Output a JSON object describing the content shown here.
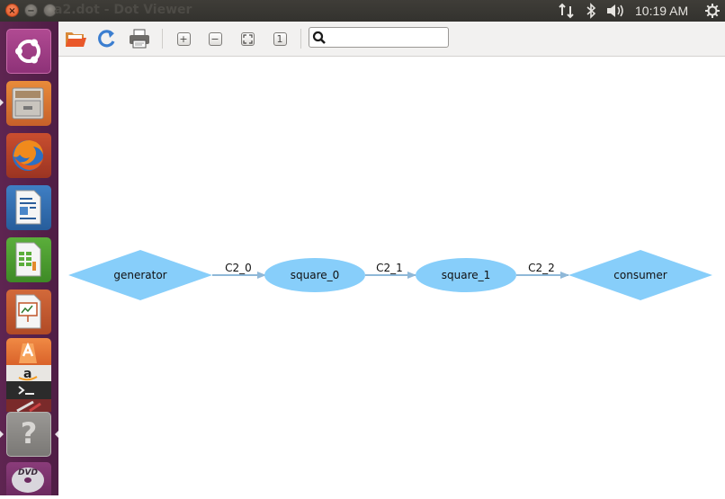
{
  "window": {
    "title": "a2.dot - Dot Viewer"
  },
  "top_panel": {
    "clock": "10:19 AM"
  },
  "launcher": {
    "items": [
      {
        "name": "dash",
        "icon": "ubuntu-icon"
      },
      {
        "name": "files",
        "icon": "file-cabinet-icon"
      },
      {
        "name": "firefox",
        "icon": "firefox-icon"
      },
      {
        "name": "writer",
        "icon": "document-icon"
      },
      {
        "name": "calc",
        "icon": "spreadsheet-icon"
      },
      {
        "name": "impress",
        "icon": "presentation-icon"
      },
      {
        "name": "software-center",
        "icon": "shopping-bag-icon"
      },
      {
        "name": "amazon",
        "icon": "amazon-icon"
      },
      {
        "name": "terminal",
        "icon": "terminal-icon"
      },
      {
        "name": "settings",
        "icon": "wrench-icon"
      },
      {
        "name": "help",
        "icon": "question-icon",
        "glyph": "?"
      },
      {
        "name": "dvd",
        "icon": "dvd-icon",
        "label": "DVD"
      }
    ]
  },
  "toolbar": {
    "zoom_in_glyph": "+",
    "zoom_out_glyph": "−",
    "zoom_100_glyph": "1",
    "search": {
      "value": "",
      "placeholder": ""
    }
  },
  "graph": {
    "node_fill": "#87cefa",
    "edge_color": "#8fb8d8",
    "nodes": [
      {
        "id": "generator",
        "label": "generator",
        "shape": "diamond"
      },
      {
        "id": "square_0",
        "label": "square_0",
        "shape": "ellipse"
      },
      {
        "id": "square_1",
        "label": "square_1",
        "shape": "ellipse"
      },
      {
        "id": "consumer",
        "label": "consumer",
        "shape": "diamond"
      }
    ],
    "edges": [
      {
        "from": "generator",
        "to": "square_0",
        "label": "C2_0"
      },
      {
        "from": "square_0",
        "to": "square_1",
        "label": "C2_1"
      },
      {
        "from": "square_1",
        "to": "consumer",
        "label": "C2_2"
      }
    ]
  },
  "colors": {
    "panel": "#3c3b37",
    "launcher": "#5e2551",
    "close_button": "#e95420"
  }
}
